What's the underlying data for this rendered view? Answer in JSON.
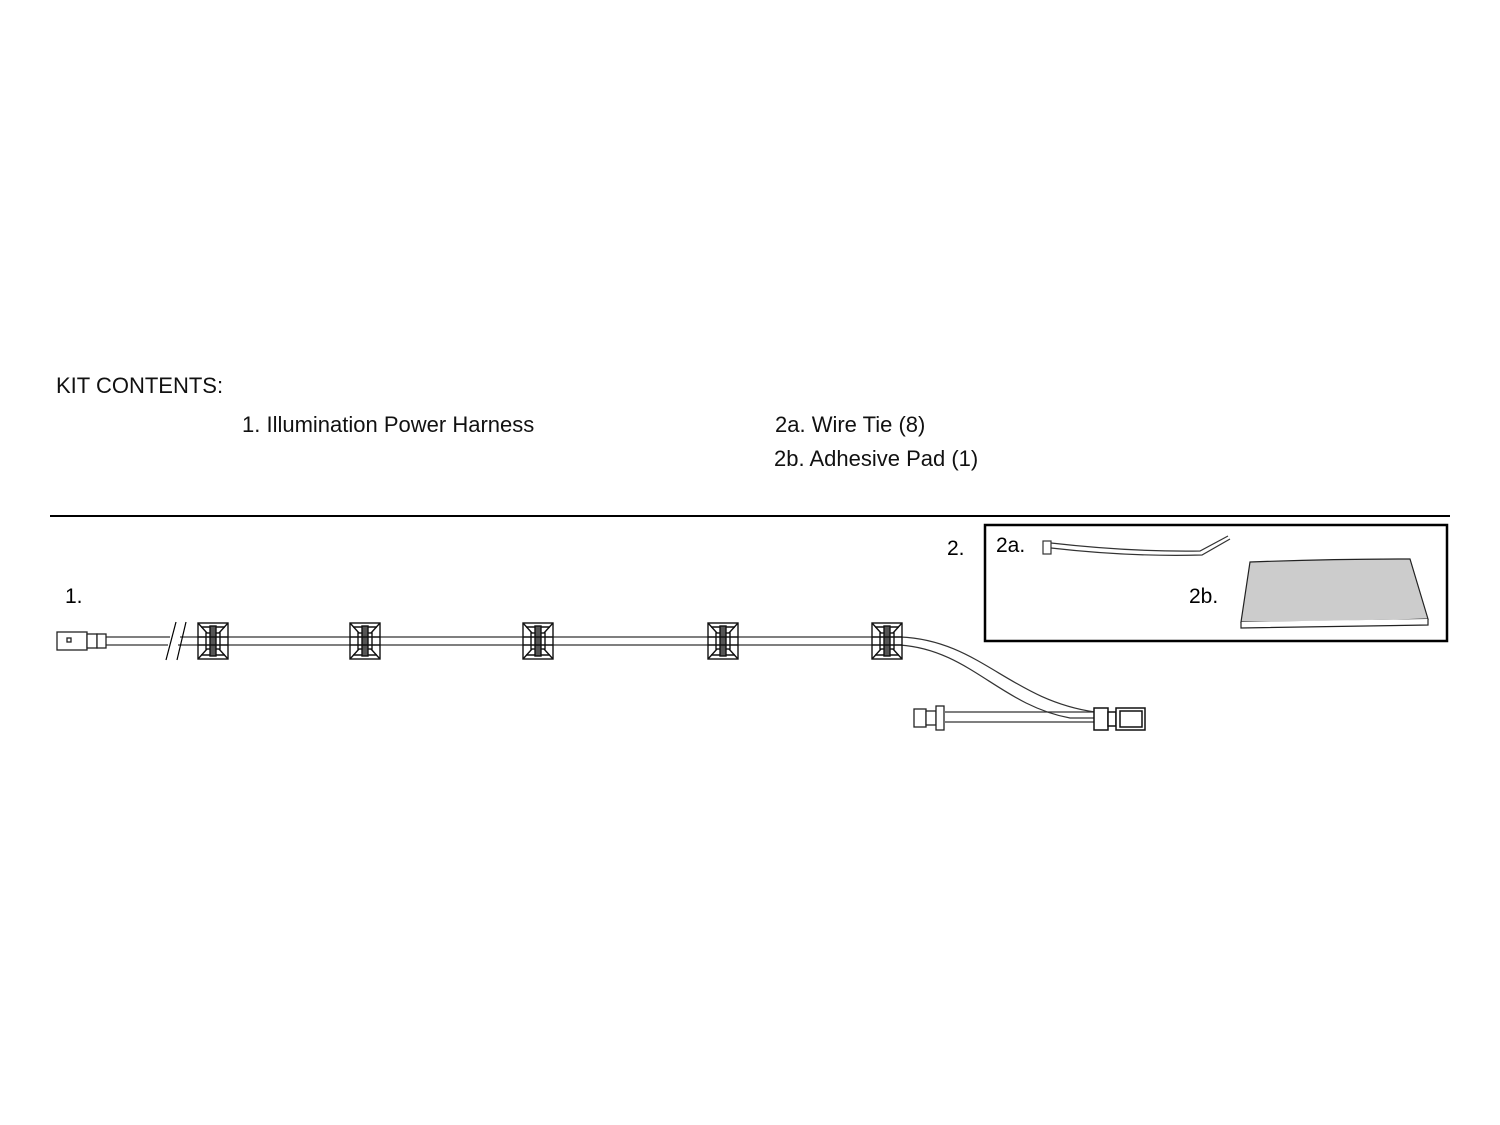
{
  "heading": "KIT CONTENTS:",
  "items": [
    {
      "label": "1. Illumination Power Harness"
    },
    {
      "label": "2a. Wire Tie (8)"
    },
    {
      "label": "2b. Adhesive Pad (1)"
    }
  ],
  "diagram": {
    "callout_1": "1.",
    "callout_2": "2.",
    "callout_2a": "2a.",
    "callout_2b": "2b.",
    "pad_color": "#cccccc"
  }
}
